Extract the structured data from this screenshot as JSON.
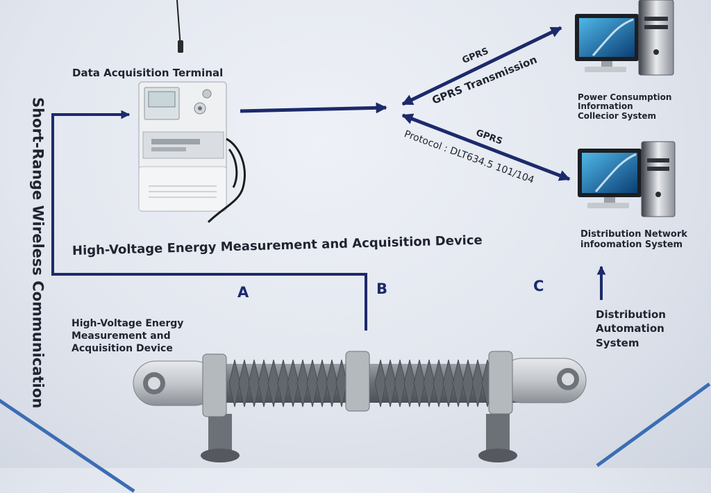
{
  "labels": {
    "vertical": "Short-Range Wireless Communication",
    "terminal": "Data Acquisition Terminal",
    "gprs_top": "GPRS",
    "gprs_transmission": "GPRS Transmission",
    "gprs_mid": "GPRS",
    "protocol": "Protocol : DLT634.5 101/104",
    "power_consumption": [
      "Power Consumption",
      "Information",
      "Collecior System"
    ],
    "distribution_network": [
      "Distribution Network",
      "infoomation System"
    ],
    "distribution_automation": [
      "Distribution",
      "Automation",
      "System"
    ],
    "hv_device_main": "High-Voltage Energy Measurement and Acquisition Device",
    "hv_device_small": [
      "High-Voltage Energy",
      "Measurement and",
      "Acquisition Device"
    ],
    "a": "A",
    "b": "B",
    "c": "C"
  },
  "colors": {
    "arrow": "#1c2a6b",
    "text": "#1f2430",
    "floor_line": "#3b6db4"
  },
  "icons": [
    "computer-icon",
    "computer-icon",
    "energy-meter-icon",
    "insulator-icon"
  ]
}
